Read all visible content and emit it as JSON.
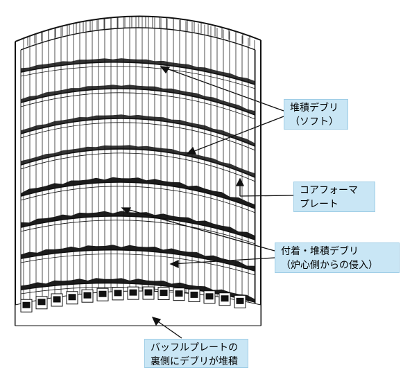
{
  "labels": {
    "soft_debris": {
      "line1": "堆積デブリ",
      "line2": "（ソフト）"
    },
    "core_former": {
      "line1": "コアフォーマ",
      "line2": "プレート"
    },
    "attached_debris": {
      "line1": "付着・堆積デブリ",
      "line2": "（炉心側からの侵入）"
    },
    "baffle_debris": {
      "line1": "バッフルプレートの",
      "line2": "裏側にデブリが堆積"
    }
  },
  "colors": {
    "label_background": "#c9e6f5",
    "line_art": "#111111"
  }
}
